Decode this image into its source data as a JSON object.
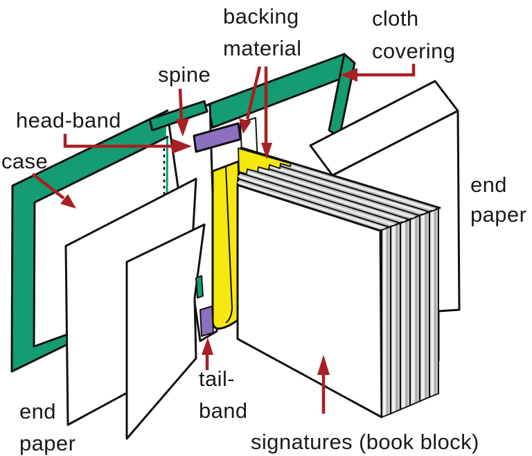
{
  "labels": {
    "backing_material": {
      "line1": "backing",
      "line2": "material"
    },
    "cloth_covering": {
      "line1": "cloth",
      "line2": "covering"
    },
    "spine": {
      "text": "spine"
    },
    "head_band": {
      "text": "head-band"
    },
    "case": {
      "text": "case"
    },
    "end_paper_right": {
      "line1": "end",
      "line2": "paper"
    },
    "tail_band": {
      "line1": "tail-",
      "line2": "band"
    },
    "end_paper_left": {
      "line1": "end",
      "line2": "paper"
    },
    "signatures": {
      "text": "signatures (book block)"
    }
  },
  "colors": {
    "case_cloth_green": "#169c72",
    "backing_yellow": "#f6e70e",
    "band_purple": "#8d6fc0",
    "arrow_red": "#a82025",
    "outline": "#111111",
    "paper_white": "#ffffff",
    "signature_gray": "#c6c6c6",
    "text": "#1a1a1a"
  }
}
